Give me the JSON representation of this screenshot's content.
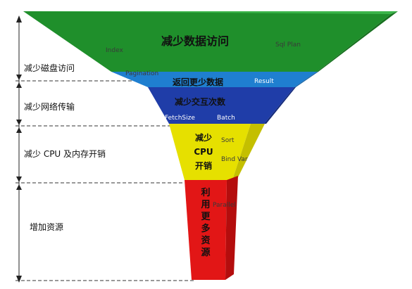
{
  "tiers": [
    {
      "label": "减少磁盘访问"
    },
    {
      "label": "减少网络传输"
    },
    {
      "label": "减少 CPU 及内存开销"
    },
    {
      "label": "增加资源"
    }
  ],
  "funnel": {
    "green": {
      "title": "减少数据访问",
      "tags": [
        "Index",
        "Sql Plan"
      ]
    },
    "blue_top": {
      "title": "返回更少数据",
      "tags": [
        "Pagination",
        "Result"
      ]
    },
    "blue_bottom": {
      "title": "减少交互次数",
      "tags": [
        "FetchSize",
        "Batch"
      ]
    },
    "yellow": {
      "line1": "减少",
      "line2": "CPU",
      "line3": "开销",
      "tags": [
        "Sort",
        "Bind Var"
      ]
    },
    "red": {
      "title": "利用更多资源",
      "tags": [
        "Parallel"
      ]
    }
  },
  "colors": {
    "green": "#1f8f2b",
    "green_top": "#3bb54a",
    "blue": "#1f7fd0",
    "navy": "#1f3da8",
    "yellow": "#e6e000",
    "red": "#e21616",
    "red_side": "#b40d0d"
  }
}
